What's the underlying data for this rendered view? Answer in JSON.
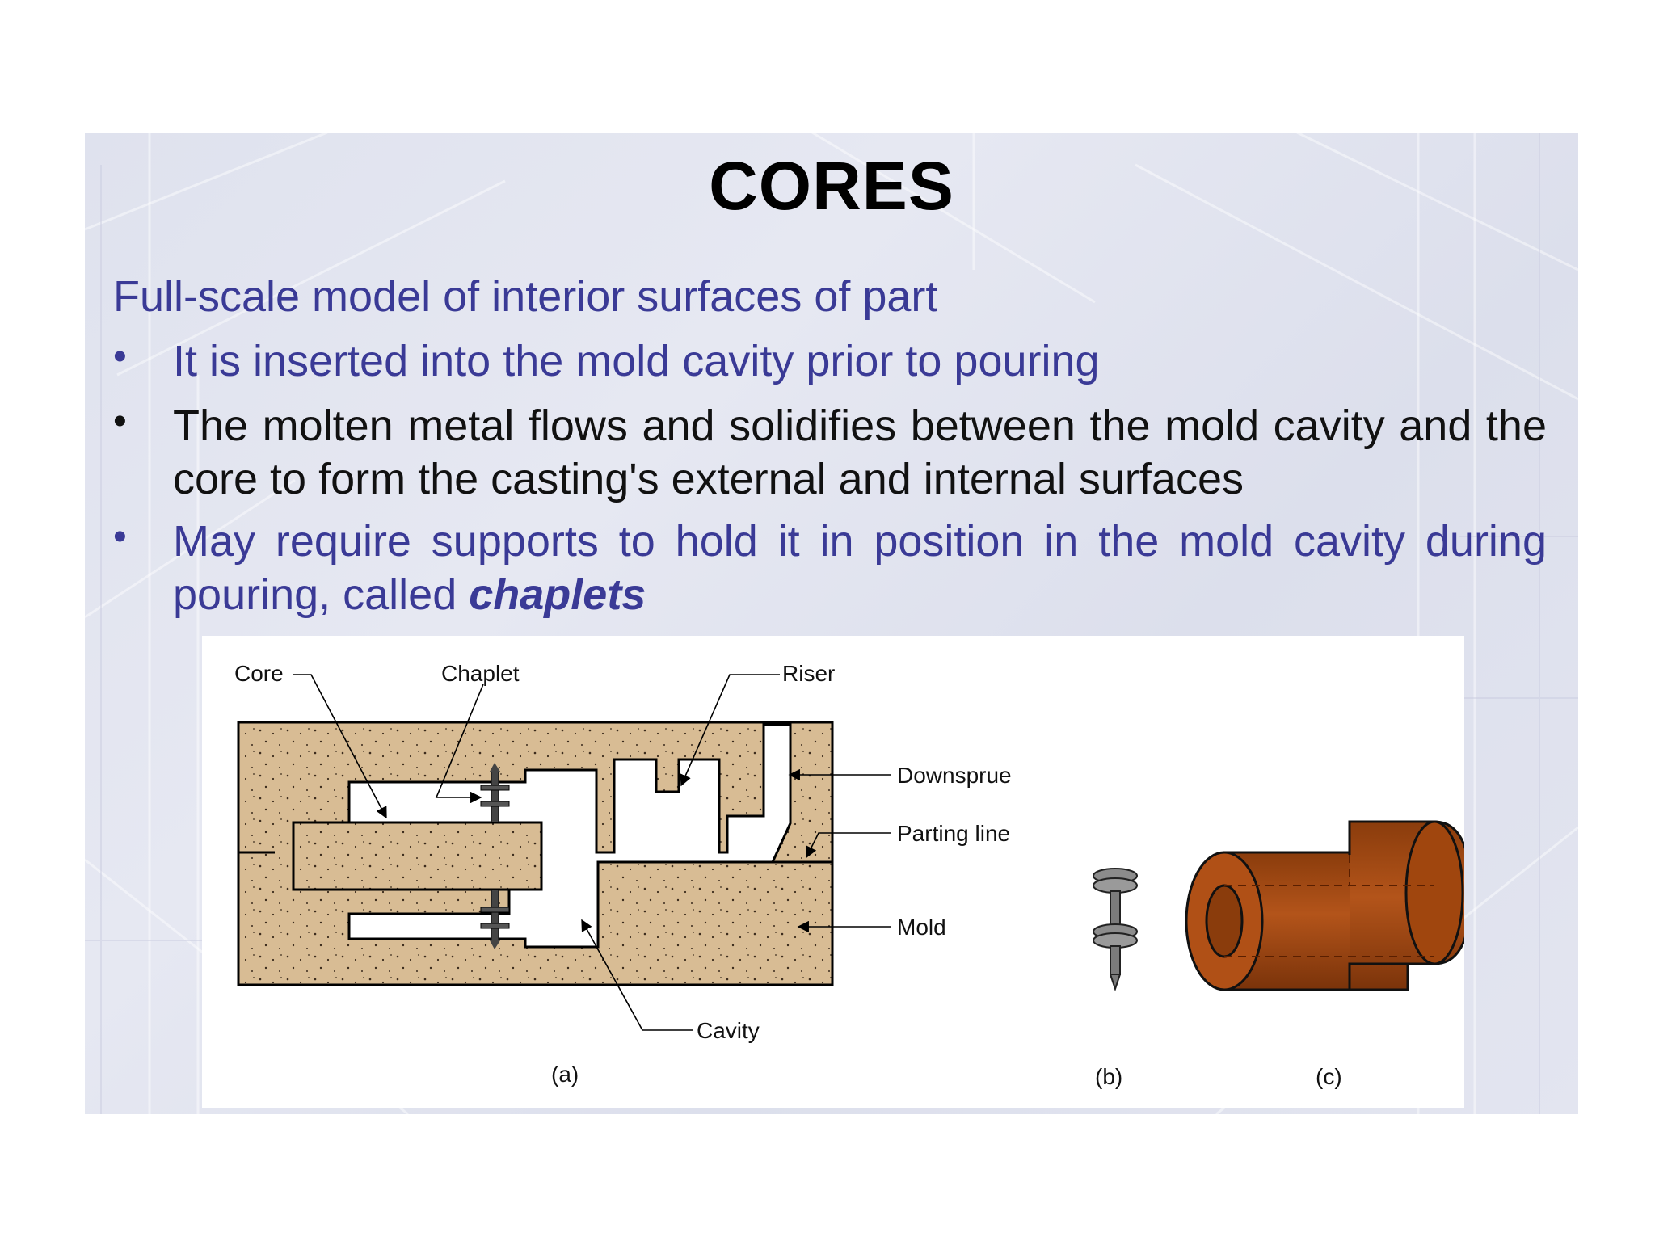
{
  "slide": {
    "title": "CORES",
    "intro": "Full-scale model of interior surfaces of part",
    "bullets": [
      {
        "marker": "•",
        "text": "It is inserted into the mold cavity prior to pouring"
      },
      {
        "marker": "•",
        "text": "The molten metal flows and solidifies between the mold cavity and the core to form the casting's external and internal surfaces"
      },
      {
        "marker": "•",
        "text": "May require supports to hold it in position in the mold cavity during pouring, called ",
        "emphasis": "chaplets"
      }
    ],
    "colors": {
      "accent_text": "#3a3a96",
      "body_text": "#111111",
      "sand": "#d8bc94",
      "core_brown": "#a0460e"
    }
  },
  "figure": {
    "labels": {
      "core": "Core",
      "chaplet": "Chaplet",
      "riser": "Riser",
      "downsprue": "Downsprue",
      "parting_line": "Parting line",
      "mold": "Mold",
      "cavity": "Cavity"
    },
    "captions": {
      "a": "(a)",
      "b": "(b)",
      "c": "(c)"
    }
  }
}
